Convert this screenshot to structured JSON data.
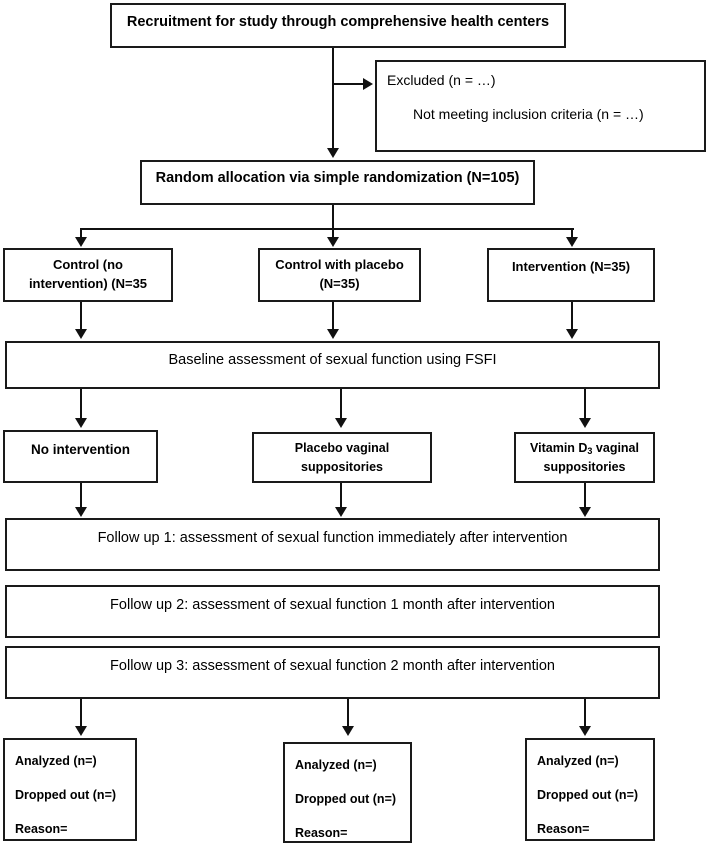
{
  "diagram": {
    "title": "CONSORT participant flow diagram",
    "type": "flowchart",
    "colors": {
      "background": "#ffffff",
      "border": "#1a1a1a",
      "connector": "#111111",
      "text": "#000000"
    }
  },
  "nodes": {
    "recruitment": {
      "label": "Recruitment for study through comprehensive health centers"
    },
    "excluded": {
      "line1": "Excluded (n = …)",
      "line2": "Not meeting inclusion criteria (n = …)"
    },
    "allocation": {
      "label": "Random allocation via simple randomization (N=105)"
    },
    "arm_control": {
      "line1": "Control (no",
      "line2": "intervention) (N=35"
    },
    "arm_placebo": {
      "line1": "Control with placebo",
      "line2": "(N=35)"
    },
    "arm_intervention": {
      "line1": "Intervention (N=35)"
    },
    "baseline": {
      "label": "Baseline assessment of sexual function using FSFI"
    },
    "treat_control": {
      "line1": "No intervention"
    },
    "treat_placebo": {
      "line1": "Placebo vaginal",
      "line2": "suppositories"
    },
    "treat_intervention": {
      "line1_pre": "Vitamin D",
      "line1_sub": "3",
      "line1_post": " vaginal",
      "line2": "suppositories"
    },
    "followup1": {
      "label": "Follow up 1: assessment of sexual function immediately after intervention"
    },
    "followup2": {
      "label": "Follow up 2: assessment of sexual function 1 month after intervention"
    },
    "followup3": {
      "label": "Follow up 3: assessment of sexual function 2 month after intervention"
    },
    "analysis_control": {
      "line1": "Analyzed (n=)",
      "line2": "Dropped out (n=)",
      "line3": "Reason="
    },
    "analysis_placebo": {
      "line1": "Analyzed (n=)",
      "line2": "Dropped out (n=)",
      "line3": "Reason="
    },
    "analysis_intervention": {
      "line1": "Analyzed (n=)",
      "line2": "Dropped out (n=)",
      "line3": "Reason="
    }
  }
}
